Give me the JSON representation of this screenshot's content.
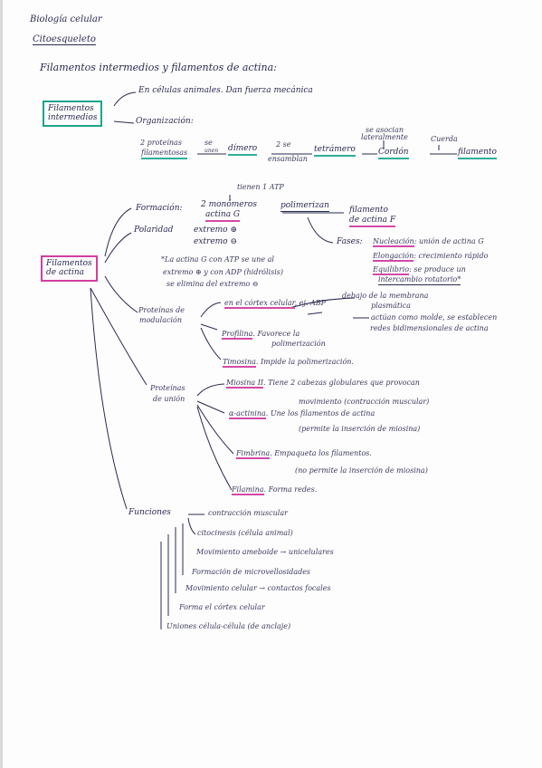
{
  "header": {
    "course": "Biología celular",
    "topic": "Citoesqueleto",
    "subtitle": "Filamentos intermedios y filamentos de actina:"
  },
  "intermediate": {
    "box_label_1": "Filamentos",
    "box_label_2": "intermedios",
    "location": "En células animales. Dan fuerza mecánica",
    "organization_label": "Organización:",
    "proteins_1": "2 proteínas",
    "proteins_2": "filamentosas",
    "step_join": "se",
    "step_join_2": "unen",
    "dimer": "dímero",
    "assemble_1": "2 se",
    "assemble_2": "ensamblan",
    "tetramer": "tetrámero",
    "assoc_1": "se asocian",
    "assoc_2": "lateralmente",
    "rope": "Cuerda",
    "cord": "Cordón",
    "filament": "filamento"
  },
  "actin": {
    "box_label_1": "Filamentos",
    "box_label_2": "de actina",
    "has_atp": "tienen 1 ATP",
    "formation_label": "Formación:",
    "monomers_1": "2 monómeros",
    "monomers_2": "actina G",
    "polymerize": "polimerizan",
    "filament_f_1": "filamento",
    "filament_f_2": "de actina F",
    "phases_label": "Fases:",
    "phase_nucleation": "Nucleación",
    "phase_nucleation_desc": ": unión de actina G",
    "phase_elongation": "Elongación",
    "phase_elongation_desc": ": crecimiento rápido",
    "phase_equilibrium": "Equilibrio",
    "phase_equilibrium_desc": ": se produce un",
    "phase_equilibrium_desc_2": "intercambio rotatorio*",
    "polarity_label": "Polaridad",
    "end_plus": "extremo ⊕",
    "end_minus": "extremo ⊖",
    "note_1": "*La actina G con ATP se une al",
    "note_2": "extremo ⊕ y con ADP (hidrólisis)",
    "note_3": "se elimina del extremo ⊖",
    "modulation_1": "Proteínas de",
    "modulation_2": "modulación",
    "cortex": "en el córtex celular",
    "cortex_ex": ", ej. ABP",
    "membrane_1": "debajo de la membrana",
    "membrane_2": "plasmática",
    "mold_1": "actúan como molde, se establecen",
    "mold_2": "redes bidimensionales de actina",
    "profilin": "Profilina",
    "profilin_desc_1": ". Favorece la",
    "profilin_desc_2": "polimerización",
    "thymosin": "Timosina",
    "thymosin_desc": ". Impide la polimerización.",
    "binding_1": "Proteínas",
    "binding_2": "de unión",
    "myosin": "Miosina II",
    "myosin_desc_1": ". Tiene 2 cabezas globulares que provocan",
    "myosin_desc_2": "movimiento (contracción muscular)",
    "actinin": "α-actinina",
    "actinin_desc_1": ". Une los filamentos de actina",
    "actinin_desc_2": "(permite la inserción de miosina)",
    "fimbrin": "Fimbrina",
    "fimbrin_desc_1": ". Empaqueta los filamentos.",
    "fimbrin_desc_2": "(no permite la inserción de miosina)",
    "filamin": "Filamina",
    "filamin_desc": ". Forma redes."
  },
  "functions": {
    "label": "Funciones",
    "items": [
      "contracción muscular",
      "citocinesis (célula animal)",
      "Movimiento ameboide → unicelulares",
      "Formación de microvellosidades",
      "Movimiento celular → contactos focales",
      "Forma el córtex celular",
      "Uniones célula-célula (de anclaje)"
    ]
  },
  "colors": {
    "ink": "#2b2b52",
    "green_highlight": "#2fae9a",
    "pink_highlight": "#d44aa6"
  }
}
